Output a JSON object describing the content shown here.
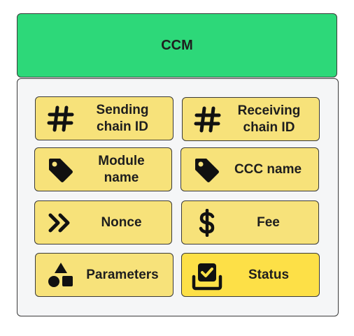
{
  "title": "CCM",
  "colors": {
    "header_bg": "#2dd879",
    "card_bg": "#f7e27a",
    "card_highlight_bg": "#fde047",
    "panel_bg": "#f5f6f7"
  },
  "fields": [
    {
      "label": "Sending\nchain ID",
      "icon": "hash-icon"
    },
    {
      "label": "Receiving\nchain ID",
      "icon": "hash-icon"
    },
    {
      "label": "Module\nname",
      "icon": "tag-icon"
    },
    {
      "label": "CCC name",
      "icon": "tag-icon"
    },
    {
      "label": "Nonce",
      "icon": "double-chevron-right-icon"
    },
    {
      "label": "Fee",
      "icon": "dollar-icon"
    },
    {
      "label": "Parameters",
      "icon": "shapes-icon"
    },
    {
      "label": "Status",
      "icon": "checkbox-tray-icon"
    }
  ]
}
